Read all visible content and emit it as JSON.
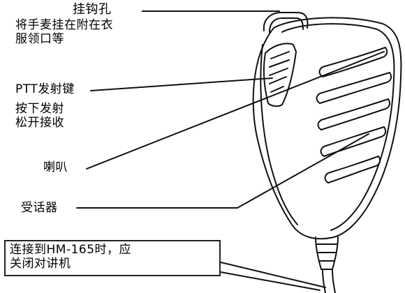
{
  "labels": {
    "hook": {
      "title": "挂钩孔",
      "desc_line1": "将手麦挂在附在衣",
      "desc_line2": "服领口等"
    },
    "ptt": {
      "title": "PTT发射键",
      "desc_line1": "按下发射",
      "desc_line2": "松开接收"
    },
    "speaker": "喇叭",
    "mic": "受话器",
    "note": {
      "line1": "连接到HM-165时，应",
      "line2": "关闭对讲机"
    }
  },
  "colors": {
    "line": "#111111",
    "background": "#ffffff"
  }
}
